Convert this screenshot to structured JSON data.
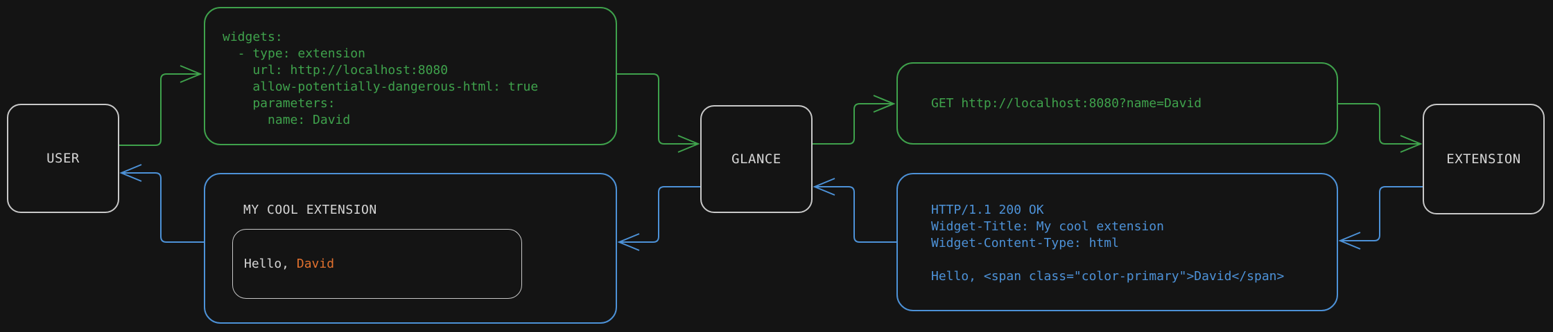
{
  "colors": {
    "background": "#141414",
    "green": "#3fa24c",
    "blue": "#4d92d8",
    "orange": "#e2712e",
    "text": "#d6d6d6",
    "node_border": "#c9c9c9",
    "inner_border": "#c9c9c9"
  },
  "nodes": {
    "user": {
      "label": "USER"
    },
    "glance": {
      "label": "GLANCE"
    },
    "extension": {
      "label": "EXTENSION"
    }
  },
  "blocks": {
    "config": {
      "lines": [
        "widgets:",
        "  - type: extension",
        "    url: http://localhost:8080",
        "    allow-potentially-dangerous-html: true",
        "    parameters:",
        "      name: David"
      ]
    },
    "request": {
      "text": "GET http://localhost:8080?name=David"
    },
    "response": {
      "lines": [
        "HTTP/1.1 200 OK",
        "Widget-Title: My cool extension",
        "Widget-Content-Type: html",
        "",
        "Hello, <span class=\"color-primary\">David</span>"
      ]
    },
    "widget": {
      "title": "MY COOL EXTENSION",
      "greeting_prefix": "Hello, ",
      "greeting_name": "David"
    }
  },
  "edges": [
    {
      "from": "user",
      "to": "config",
      "color": "green"
    },
    {
      "from": "config",
      "to": "glance",
      "color": "green"
    },
    {
      "from": "glance",
      "to": "request",
      "color": "green"
    },
    {
      "from": "request",
      "to": "extension",
      "color": "green"
    },
    {
      "from": "extension",
      "to": "response",
      "color": "blue"
    },
    {
      "from": "response",
      "to": "glance",
      "color": "blue"
    },
    {
      "from": "glance",
      "to": "widget",
      "color": "blue"
    },
    {
      "from": "widget",
      "to": "user",
      "color": "blue"
    }
  ]
}
